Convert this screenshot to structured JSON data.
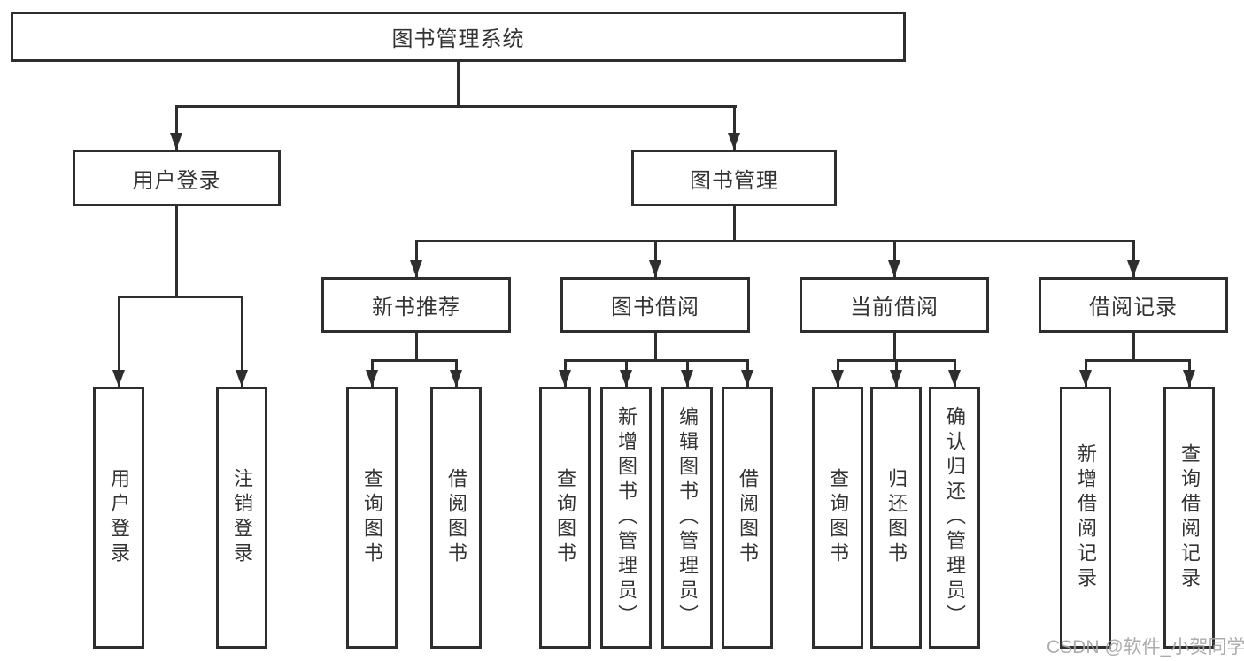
{
  "tree": {
    "label": "图书管理系统",
    "children": [
      {
        "label": "用户登录",
        "children": [
          {
            "label": "用户登录"
          },
          {
            "label": "注销登录"
          }
        ]
      },
      {
        "label": "图书管理",
        "children": [
          {
            "label": "新书推荐",
            "children": [
              {
                "label": "查询图书"
              },
              {
                "label": "借阅图书"
              }
            ]
          },
          {
            "label": "图书借阅",
            "children": [
              {
                "label": "查询图书"
              },
              {
                "label": "新增图书（管理员）"
              },
              {
                "label": "编辑图书（管理员）"
              },
              {
                "label": "借阅图书"
              }
            ]
          },
          {
            "label": "当前借阅",
            "children": [
              {
                "label": "查询图书"
              },
              {
                "label": "归还图书"
              },
              {
                "label": "确认归还（管理员）"
              }
            ]
          },
          {
            "label": "借阅记录",
            "children": [
              {
                "label": "新增借阅记录"
              },
              {
                "label": "查询借阅记录"
              }
            ]
          }
        ]
      }
    ]
  },
  "watermark": {
    "text": "CSDN @软件_小贺同学"
  },
  "colors": {
    "line": "#2e2e2e",
    "text": "#333333",
    "background": "#ffffff",
    "watermark": "#a6a6a6"
  }
}
